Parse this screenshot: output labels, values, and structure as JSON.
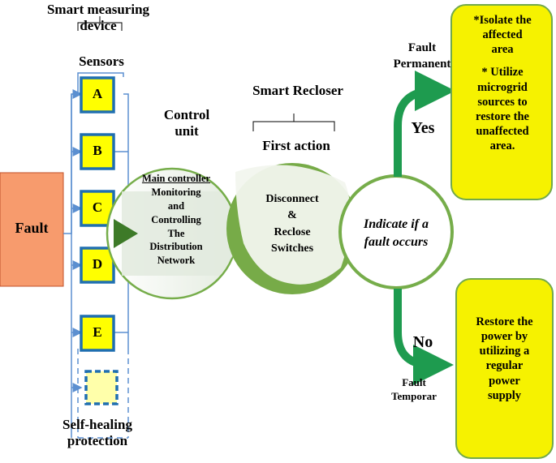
{
  "device": {
    "title": "Smart measuring device",
    "sensors_title": "Sensors"
  },
  "sensors": [
    "A",
    "B",
    "C",
    "D",
    "E"
  ],
  "protection": {
    "label": "Self-healing protection"
  },
  "fault": {
    "label": "Fault"
  },
  "control_unit": {
    "title": "Control unit",
    "main_controller": "Main controller",
    "line1": "Monitoring",
    "line2": "and",
    "line3": "Controlling",
    "line4": "The",
    "line5": "Distribution",
    "line6": "Network"
  },
  "recloser": {
    "title": "Smart Recloser",
    "first_action": "First action",
    "line1": "Disconnect",
    "line2": "&",
    "line3": "Reclose",
    "line4": "Switches"
  },
  "decision": {
    "line1": "Indicate if a",
    "line2": "fault occurs"
  },
  "branches": {
    "permanent_line1": "Fault",
    "permanent_line2": "Permanent",
    "yes": "Yes",
    "no": "No",
    "temporary_line1": "Fault",
    "temporary_line2": "Temporar"
  },
  "permanent_box": {
    "line1": "*Isolate the",
    "line2": "affected",
    "line3": "area",
    "line4": "* Utilize",
    "line5": "microgrid",
    "line6": "sources to",
    "line7": "restore the",
    "line8": "unaffected",
    "line9": "area."
  },
  "temporary_box": {
    "line1": "Restore the",
    "line2": "power by",
    "line3": "utilizing a",
    "line4": "regular",
    "line5": "power",
    "line6": "supply"
  },
  "colors": {
    "sensor_fill": "#ffff00",
    "sensor_border": "#1f6fb0",
    "fault_fill": "#f79b6d",
    "circle_stroke": "#76ad4a",
    "recloser_fill": "#77ab48",
    "arrow_green": "#1e9b4f",
    "note_fill": "#f6f200",
    "note_border": "#72a94b"
  }
}
